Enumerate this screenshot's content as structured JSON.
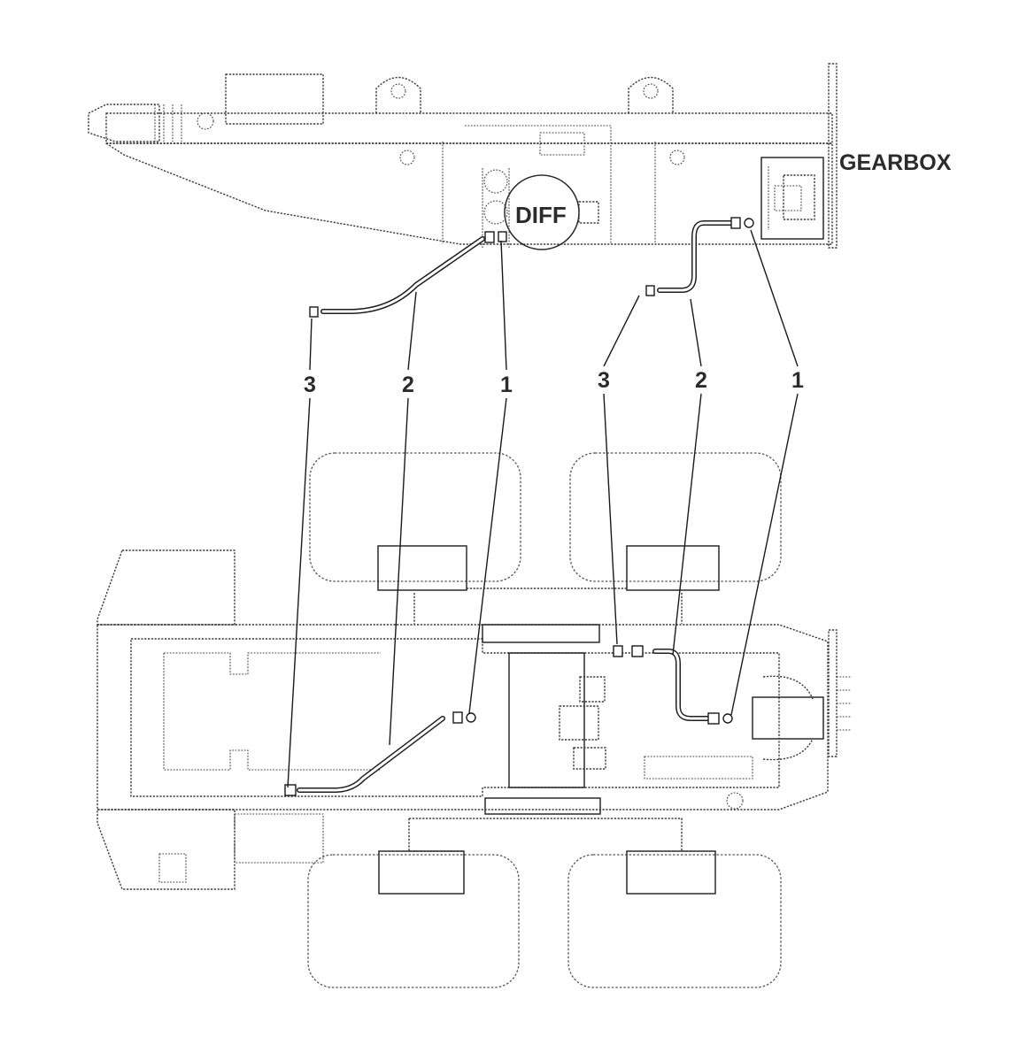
{
  "labels": {
    "gearbox": "GEARBOX",
    "diff": "DIFF"
  },
  "callouts": {
    "top": [
      {
        "id": "t3",
        "text": "3"
      },
      {
        "id": "t2",
        "text": "2"
      },
      {
        "id": "t1",
        "text": "1"
      },
      {
        "id": "t3b",
        "text": "3"
      },
      {
        "id": "t2b",
        "text": "2"
      },
      {
        "id": "t1b",
        "text": "1"
      }
    ]
  },
  "colors": {
    "line": "#2b2b2b",
    "background": "#ffffff"
  }
}
